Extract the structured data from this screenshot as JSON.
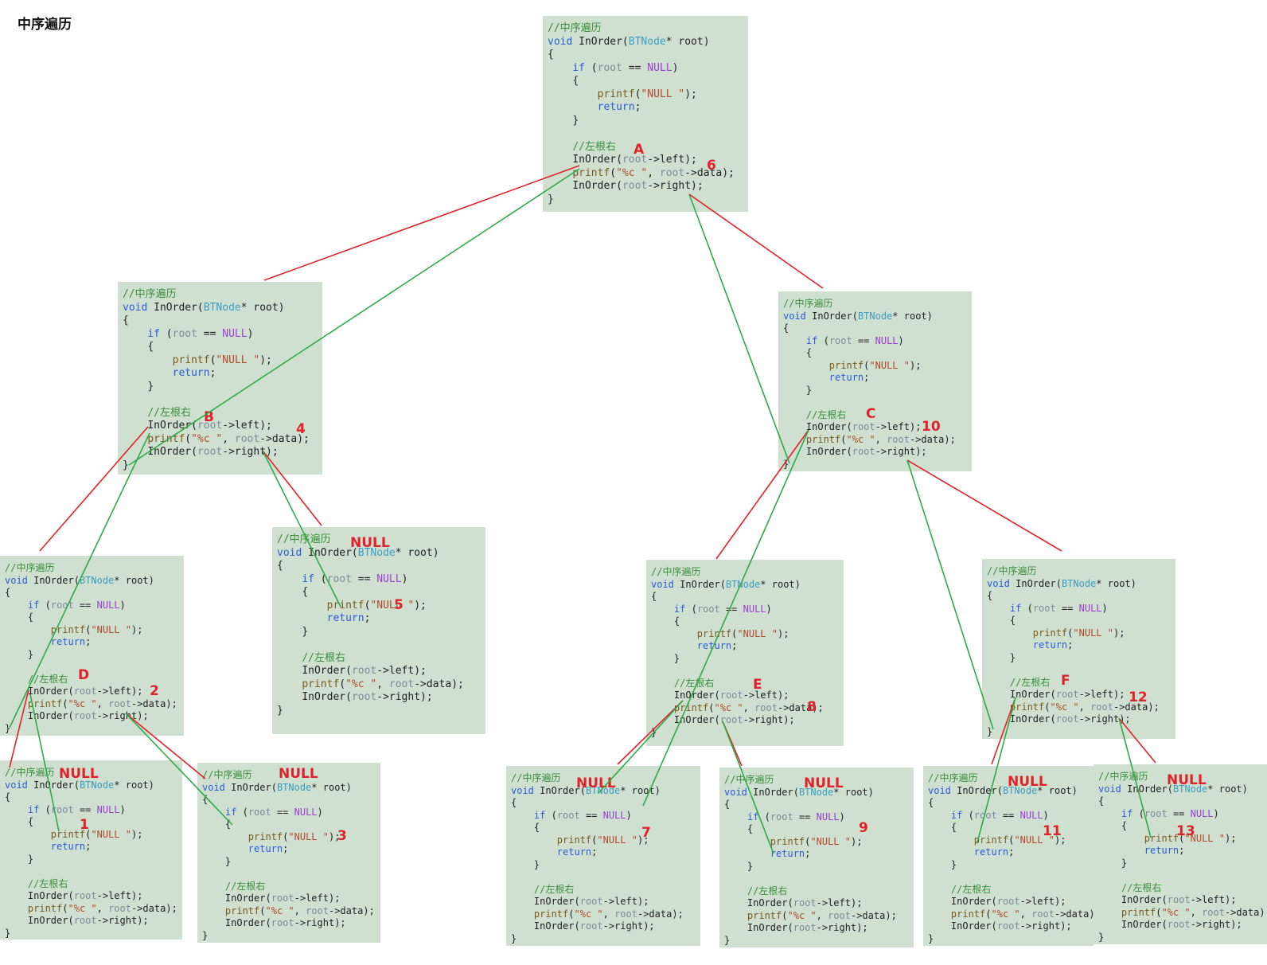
{
  "title": "中序遍历",
  "code": {
    "comment_fn": "//中序遍历",
    "kw_void": "void",
    "fn_name": " InOrder(",
    "type_name": "BTNode",
    "param": "* root)",
    "brace_open": "{",
    "kw_if": "if",
    "cond_open": " (",
    "var_root": "root",
    "cond_op": " == ",
    "const_null": "NULL",
    "cond_close": ")",
    "inner_open": "{",
    "fn_printf": "printf",
    "paren_open": "(",
    "str_null": "\"NULL \"",
    "stmt_end": ");",
    "kw_return": "return",
    "semicolon": ";",
    "inner_close": "}",
    "comment_order": "//左根右",
    "call_inorder": "InOrder",
    "arg_left": "->left",
    "str_fmt": "\"%c \"",
    "comma": ", ",
    "arg_data": "->data",
    "arg_right": "->right",
    "brace_close": "}"
  },
  "nodes": [
    {
      "letter": "A",
      "step": "6"
    },
    {
      "letter": "B",
      "step": "4"
    },
    {
      "letter": "C",
      "step": "10"
    },
    {
      "letter": "D",
      "step": "2"
    },
    {
      "null": "NULL",
      "step": "5"
    },
    {
      "letter": "E",
      "step": "8"
    },
    {
      "letter": "F",
      "step": "12"
    },
    {
      "null": "NULL",
      "step": "1"
    },
    {
      "null": "NULL",
      "step": "3"
    },
    {
      "null": "NULL",
      "step": "7"
    },
    {
      "null": "NULL",
      "step": "9"
    },
    {
      "null": "NULL",
      "step": "11"
    },
    {
      "null": "NULL",
      "step": "13"
    }
  ],
  "colors": {
    "call_edge": "#e0222a",
    "return_edge": "#2eaa4a",
    "box": "#cfe0d1",
    "mark": "#e0222a"
  }
}
